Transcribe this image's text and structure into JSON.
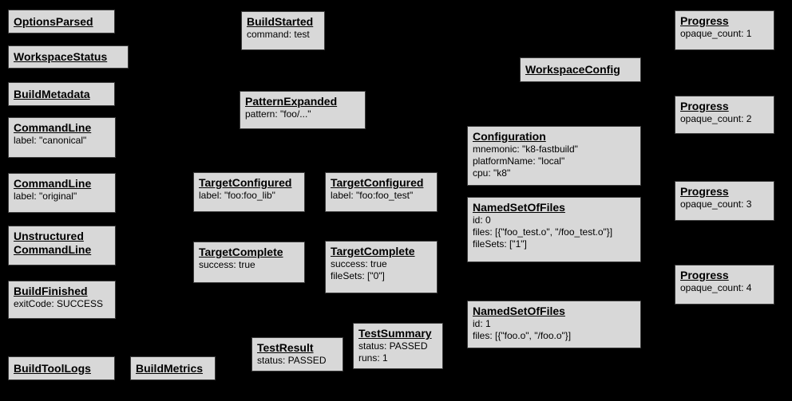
{
  "diagram": {
    "description": "Build event protocol graph",
    "background_color": "#000000",
    "node_fill_color": "#d8d8d8",
    "node_border_color": "#3c3c3c",
    "text_color": "#000000"
  },
  "nodes": [
    {
      "title": "OptionsParsed",
      "lines": []
    },
    {
      "title": "WorkspaceStatus",
      "lines": []
    },
    {
      "title": "BuildMetadata",
      "lines": []
    },
    {
      "title": "CommandLine",
      "lines": [
        "label: \"canonical\""
      ]
    },
    {
      "title": "CommandLine",
      "lines": [
        "label: \"original\""
      ]
    },
    {
      "title": "Unstructured",
      "title2": "CommandLine",
      "lines": []
    },
    {
      "title": "BuildFinished",
      "lines": [
        "exitCode: SUCCESS"
      ]
    },
    {
      "title": "BuildToolLogs",
      "lines": []
    },
    {
      "title": "BuildMetrics",
      "lines": []
    },
    {
      "title": "BuildStarted",
      "lines": [
        "command: test"
      ]
    },
    {
      "title": "PatternExpanded",
      "lines": [
        "pattern: \"foo/...\""
      ]
    },
    {
      "title": "TargetConfigured",
      "lines": [
        "label: \"foo:foo_lib\""
      ]
    },
    {
      "title": "TargetConfigured",
      "lines": [
        "label: \"foo:foo_test\""
      ]
    },
    {
      "title": "TargetComplete",
      "lines": [
        "success: true"
      ]
    },
    {
      "title": "TargetComplete",
      "lines": [
        "success: true",
        "fileSets: [\"0\"]"
      ]
    },
    {
      "title": "TestResult",
      "lines": [
        "status: PASSED"
      ]
    },
    {
      "title": "TestSummary",
      "lines": [
        "status: PASSED",
        "runs: 1"
      ]
    },
    {
      "title": "WorkspaceConfig",
      "lines": []
    },
    {
      "title": "Configuration",
      "lines": [
        "mnemonic: \"k8-fastbuild\"",
        "platformName: \"local\"",
        "cpu: \"k8\""
      ]
    },
    {
      "title": "NamedSetOfFiles",
      "lines": [
        "id: 0",
        "files: [{\"foo_test.o\", \"/foo_test.o\"}]",
        "fileSets: [\"1\"]"
      ]
    },
    {
      "title": "NamedSetOfFiles",
      "lines": [
        "id: 1",
        "files: [{\"foo.o\", \"/foo.o\"}]"
      ]
    },
    {
      "title": "Progress",
      "lines": [
        "opaque_count: 1"
      ]
    },
    {
      "title": "Progress",
      "lines": [
        "opaque_count: 2"
      ]
    },
    {
      "title": "Progress",
      "lines": [
        "opaque_count: 3"
      ]
    },
    {
      "title": "Progress",
      "lines": [
        "opaque_count: 4"
      ]
    }
  ]
}
